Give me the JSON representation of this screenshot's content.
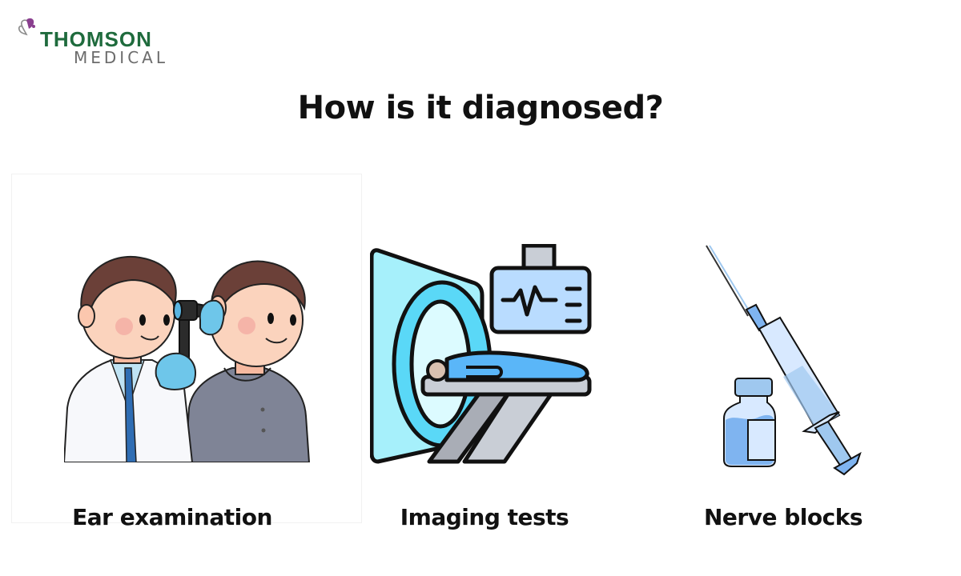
{
  "brand": {
    "name_top": "THOMSON",
    "name_bottom": "MEDICAL",
    "colors": {
      "primary_green": "#1f6b3d",
      "secondary_gray": "#6c6c6c",
      "icon_purple": "#8a3f8f"
    }
  },
  "page": {
    "title": "How is it diagnosed?"
  },
  "methods": [
    {
      "label": "Ear examination",
      "icon": "doctor-otoscope-illustration"
    },
    {
      "label": "Imaging tests",
      "icon": "mri-scanner-icon"
    },
    {
      "label": "Nerve blocks",
      "icon": "syringe-vial-icon"
    }
  ],
  "colors": {
    "text": "#111111",
    "accent_blue": "#6ec6ea",
    "light_blue": "#b9dcff"
  }
}
